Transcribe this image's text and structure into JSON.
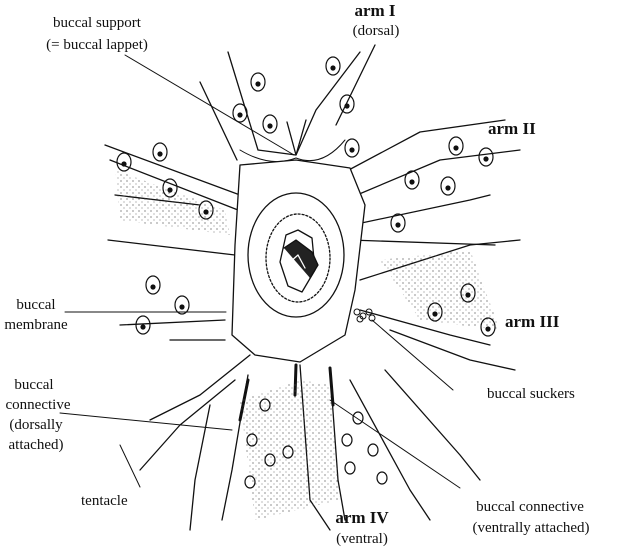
{
  "labels": {
    "arm_i": "arm I",
    "arm_i_sub": "(dorsal)",
    "arm_ii": "arm II",
    "arm_iii": "arm III",
    "arm_iv": "arm IV",
    "arm_iv_sub": "(ventral)",
    "buccal_support_1": "buccal support",
    "buccal_support_2": "(= buccal  lappet)",
    "buccal_membrane_1": "buccal",
    "buccal_membrane_2": "membrane",
    "buccal_connective_dorsal_1": "buccal",
    "buccal_connective_dorsal_2": "connective",
    "buccal_connective_dorsal_3": "(dorsally",
    "buccal_connective_dorsal_4": "attached)",
    "tentacle": "tentacle",
    "buccal_suckers": "buccal suckers",
    "buccal_connective_ventral_1": "buccal connective",
    "buccal_connective_ventral_2": "(ventrally attached)"
  }
}
